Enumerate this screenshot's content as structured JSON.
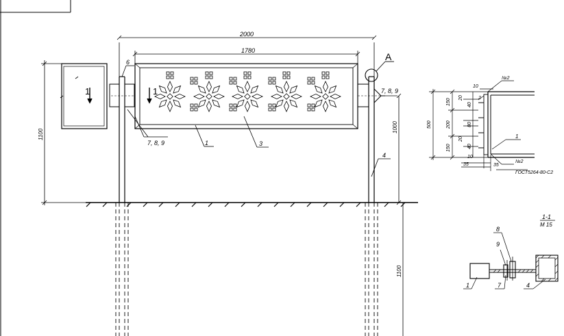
{
  "main_view": {
    "dim_total_width": "2000",
    "dim_panel_width": "1780",
    "dim_height_left": "1100",
    "dim_height_right_upper": "1000",
    "dim_height_right_lower": "1100",
    "detail_callout": "А",
    "section_mark": "1",
    "callouts": {
      "c6": "6",
      "c789_right": "7, 8, 9",
      "c789_bottom": "7, 8, 9",
      "c1": "1",
      "c3": "3",
      "c4": "4"
    }
  },
  "detail_a": {
    "dim_10_top": "10",
    "weld_top": "№2",
    "dim_500": "500",
    "dim_150_top": "150",
    "dim_200": "200",
    "dim_150_bottom": "150",
    "dim_20_a": "20",
    "dim_40_a": "40",
    "dim_80": "80",
    "dim_20_b": "20",
    "dim_40_b": "40",
    "dim_10_bottom": "10",
    "dim_35_left": "35",
    "dim_35_right": "35",
    "callout_2": "2",
    "callout_1": "1",
    "weld_bottom": "№2",
    "gost": "ГОСТ5264-80-С2"
  },
  "section_1_1": {
    "title": "1-1",
    "scale": "М 15",
    "labels": {
      "l1": "1",
      "l4": "4",
      "l7": "7",
      "l8": "8",
      "l9": "9"
    }
  }
}
